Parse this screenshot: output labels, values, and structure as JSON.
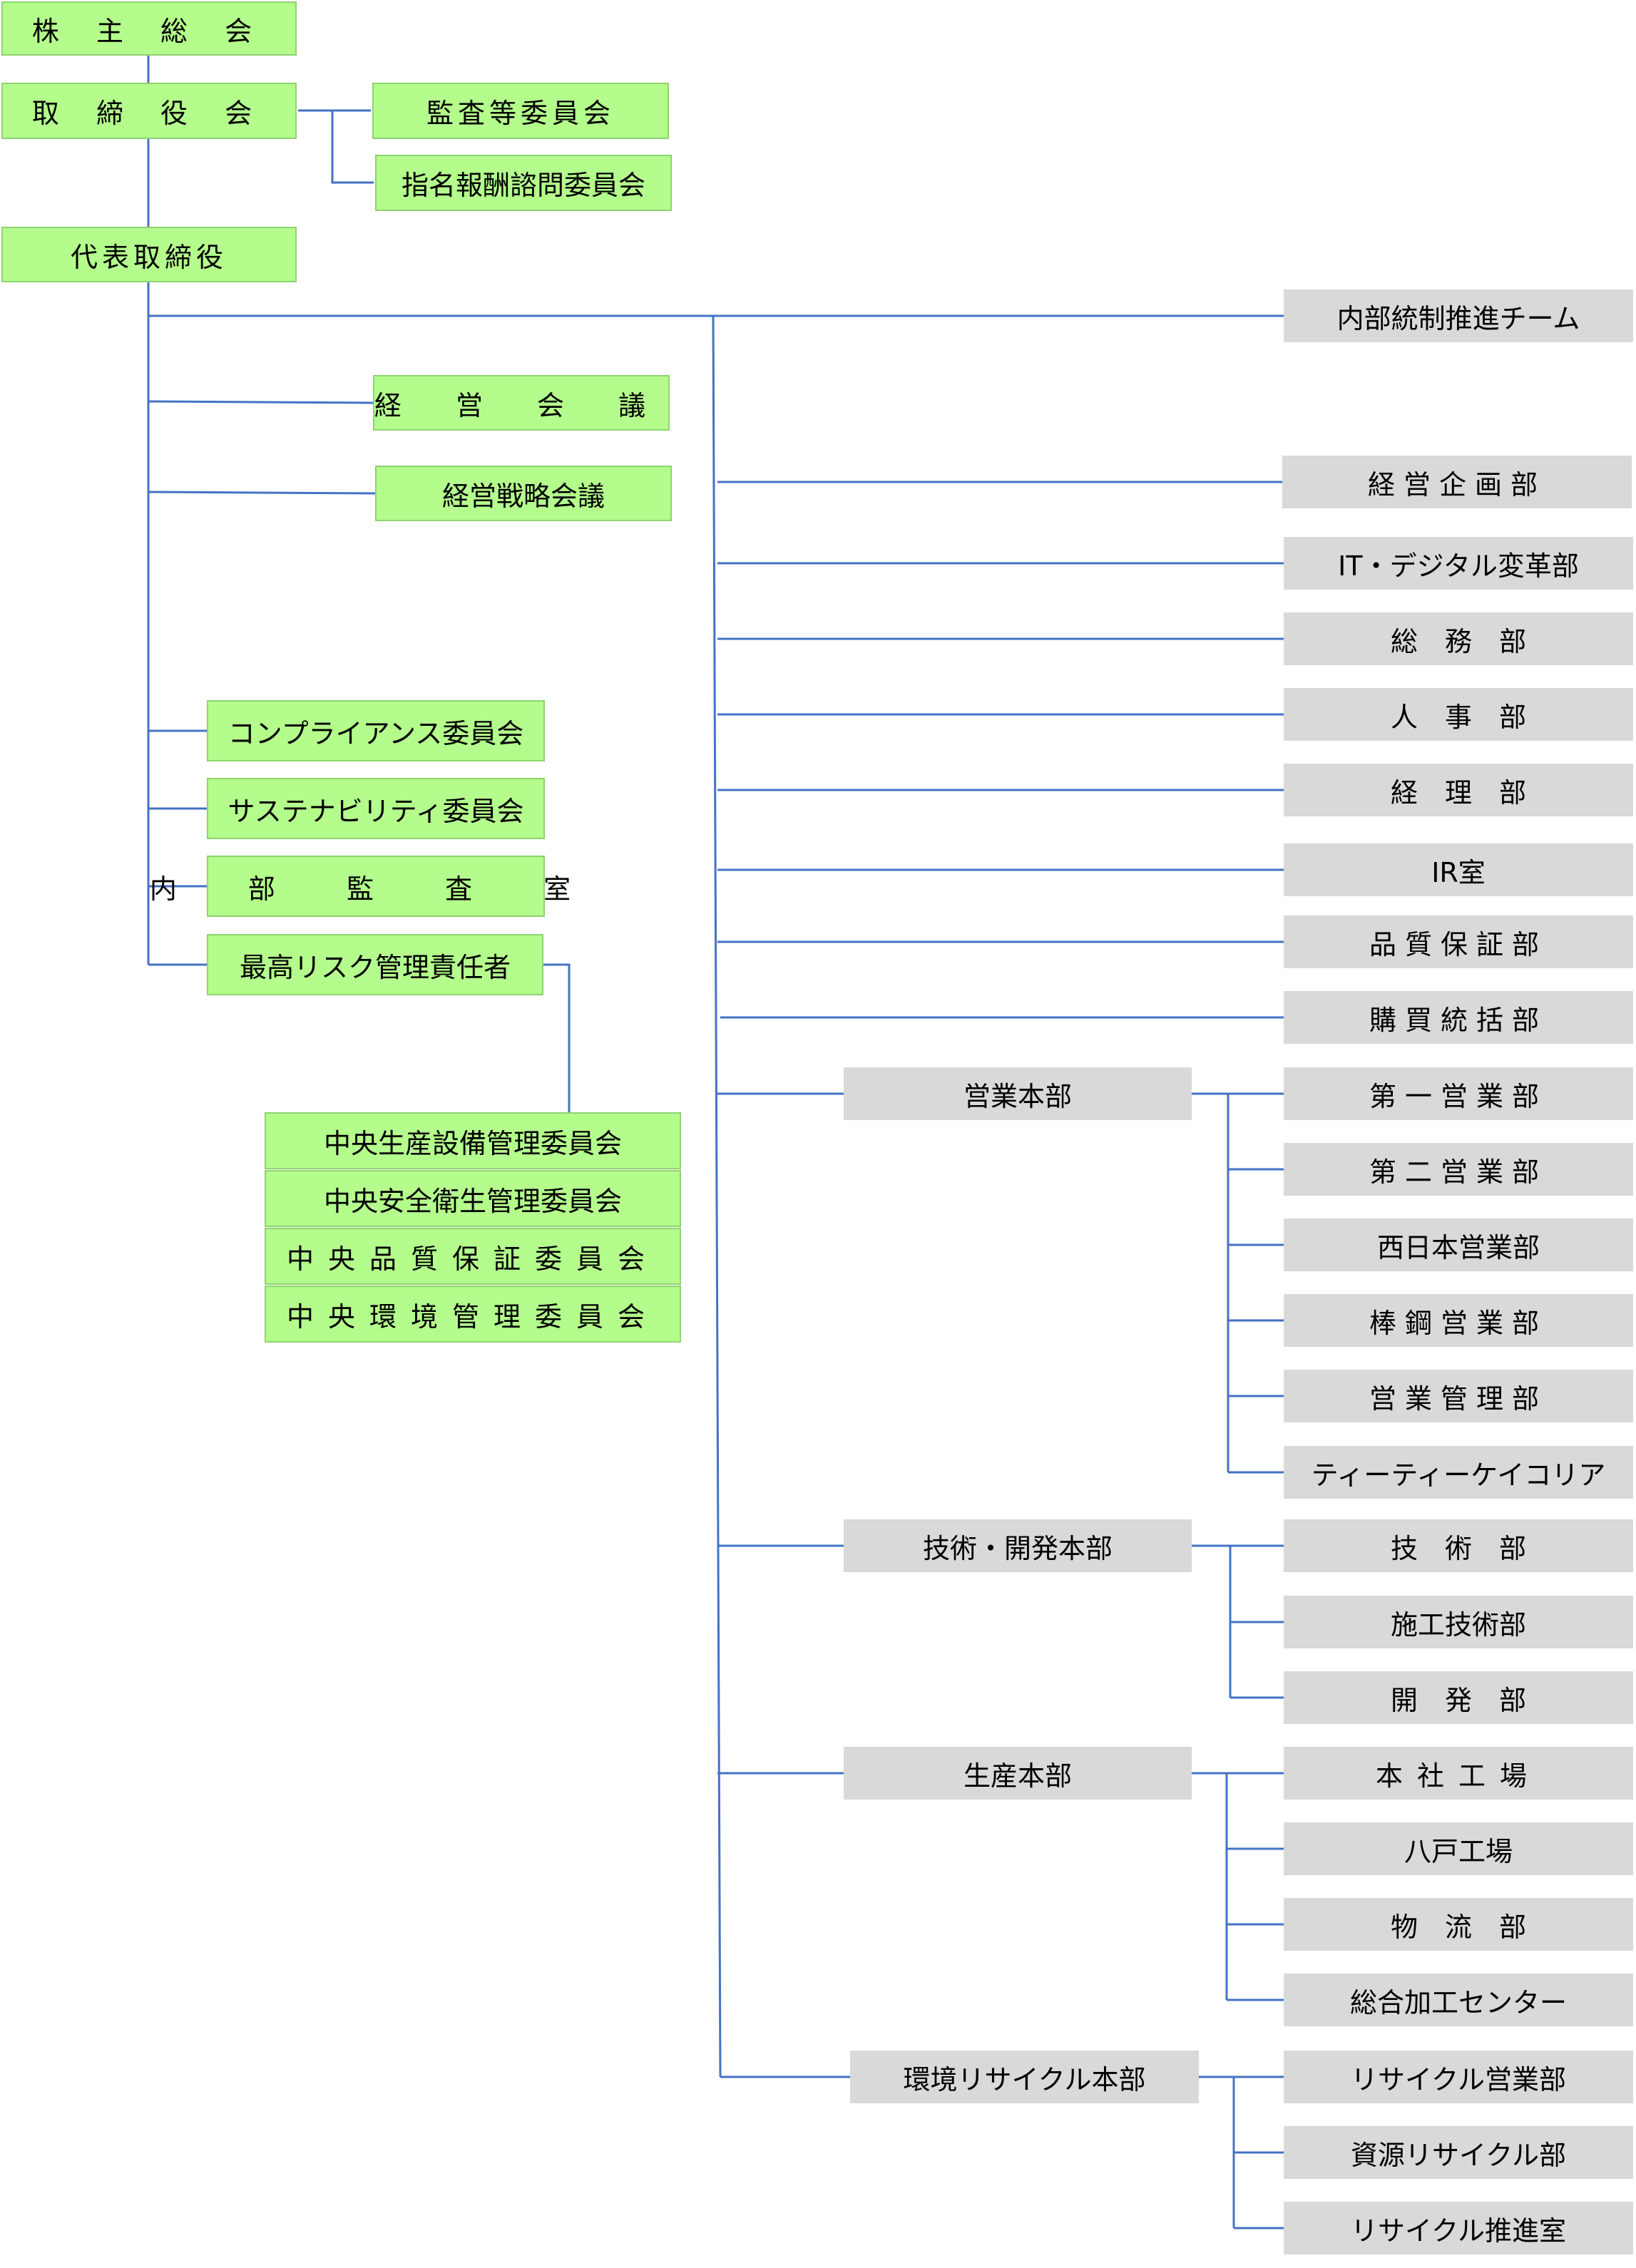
{
  "colors": {
    "board_fill": "#b4fc8c",
    "dept_fill": "#d9d9d9",
    "connector": "#4472c4"
  },
  "governance": {
    "shareholders": "株 主 総 会",
    "board": "取 締 役 会",
    "audit_committee": "監査等委員会",
    "nomination_committee": "指名報酬諮問委員会",
    "representative_director": "代表取締役",
    "management_meeting": "経 営 会 議",
    "strategy_meeting": "経営戦略会議",
    "compliance_committee": "コンプライアンス委員会",
    "sustainability_committee": "サステナビリティ委員会",
    "internal_audit": "内 部 監 査 室",
    "risk_officer": "最高リスク管理責任者",
    "risk_committees": [
      "中央生産設備管理委員会",
      "中央安全衛生管理委員会",
      "中央品質保証委員会",
      "中央環境管理委員会"
    ]
  },
  "departments": {
    "internal_control": "内部統制推進チーム",
    "items": [
      "経営企画部",
      "IT・デジタル変革部",
      "総　務　部",
      "人　事　部",
      "経　理　部",
      "IR室",
      "品質保証部",
      "購買統括部"
    ]
  },
  "divisions": [
    {
      "name": "営業本部",
      "units": [
        "第一営業部",
        "第二営業部",
        "西日本営業部",
        "棒鋼営業部",
        "営業管理部",
        "ティーティーケイコリア"
      ]
    },
    {
      "name": "技術・開発本部",
      "units": [
        "技　術　部",
        "施工技術部",
        "開　発　部"
      ]
    },
    {
      "name": "生産本部",
      "units": [
        "本社工場",
        "八戸工場",
        "物　流　部",
        "総合加工センター"
      ]
    },
    {
      "name": "環境リサイクル本部",
      "units": [
        "リサイクル営業部",
        "資源リサイクル部",
        "リサイクル推進室"
      ]
    }
  ]
}
